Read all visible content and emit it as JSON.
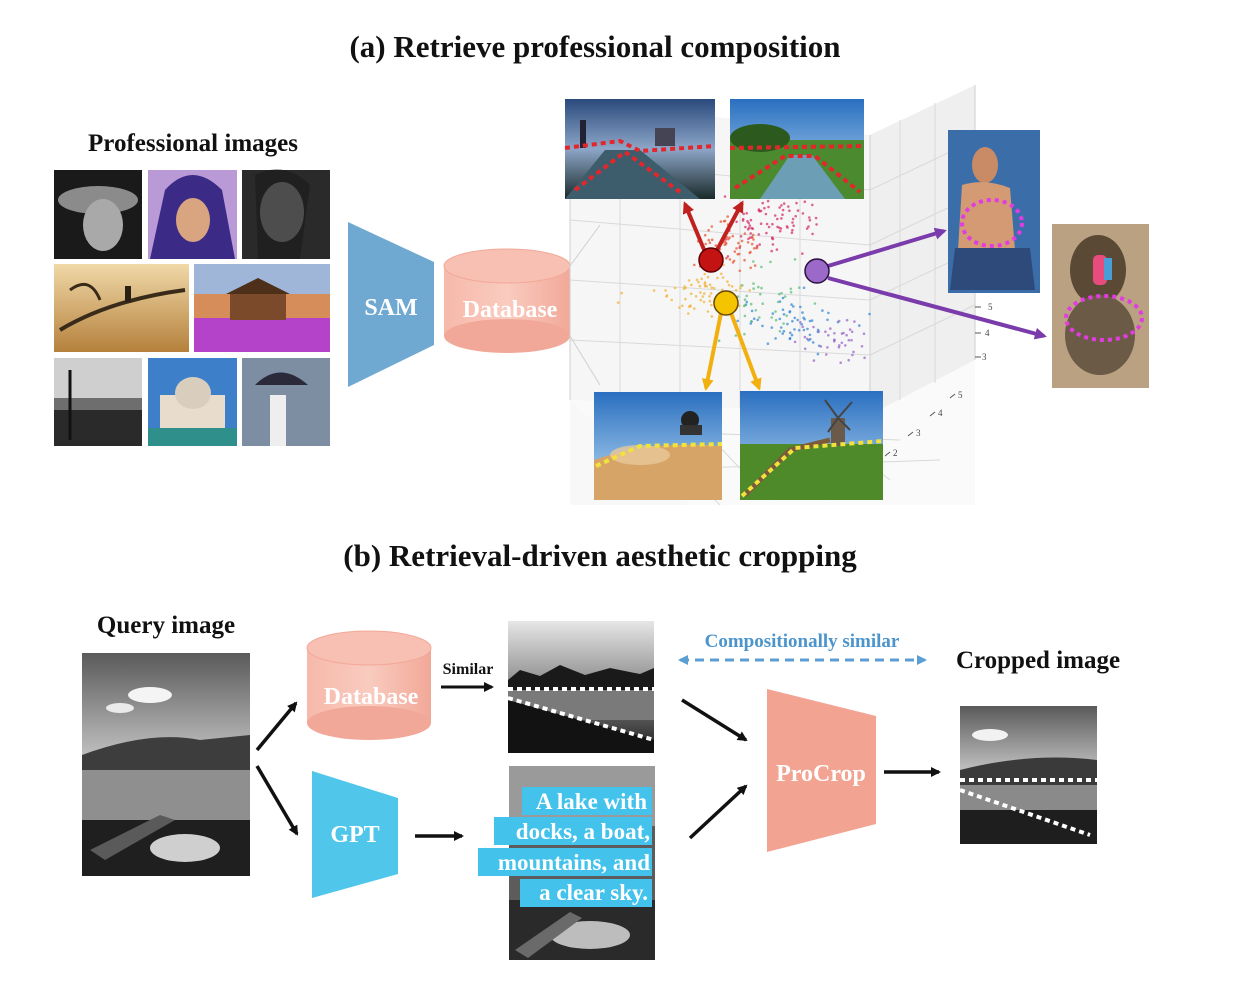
{
  "section_a": {
    "title": "(a) Retrieve professional composition",
    "professional_images_label": "Professional images",
    "sam_label": "SAM",
    "database_label": "Database",
    "axis_ticks_right": [
      "5",
      "4",
      "3"
    ],
    "axis_ticks_bottom": [
      "5",
      "4",
      "3",
      "2"
    ]
  },
  "section_b": {
    "title": "(b) Retrieval-driven aesthetic cropping",
    "query_label": "Query image",
    "database_label": "Database",
    "similar_label": "Similar",
    "gpt_label": "GPT",
    "caption_lines": [
      "A lake with",
      "docks, a boat,",
      "mountains, and",
      "a clear sky."
    ],
    "compositional_label": "Compositionally similar",
    "procrop_label": "ProCrop",
    "cropped_label": "Cropped image"
  },
  "colors": {
    "sam_blue": "#6fa8d1",
    "database_pink": "#f4b2a5",
    "gpt_cyan": "#4fc6ea",
    "procrop_salmon": "#f2a391",
    "caption_bg": "#43c2ec",
    "red_line": "#e3262b",
    "yellow_line": "#f1e33a",
    "magenta_line": "#e23ce0",
    "purple_arrow": "#7a3bab",
    "orange_arrow": "#f2b010",
    "dark_red_arrow": "#b5201e",
    "dashed_blue": "#5a9ed4"
  }
}
